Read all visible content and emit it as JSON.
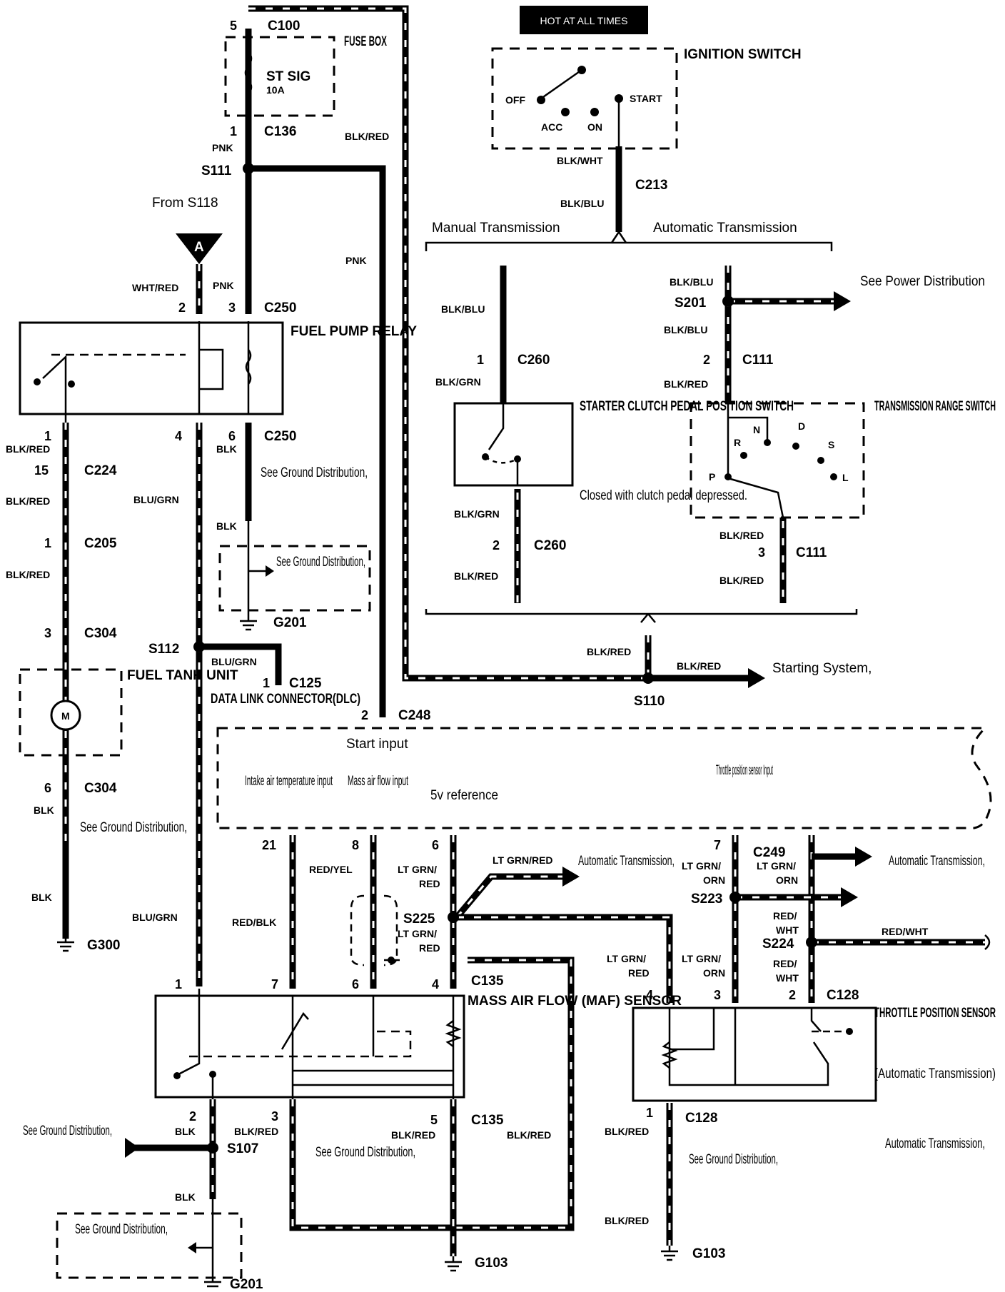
{
  "diagram": {
    "hot_label": "HOT AT ALL TIMES",
    "components": {
      "fuse_box": "FUSE BOX",
      "fuse": "ST SIG",
      "fuse_rating": "10A",
      "ignition_switch": "IGNITION SWITCH",
      "fuel_pump_relay": "FUEL PUMP RELAY",
      "fuel_tank_unit": "FUEL TANK UNIT",
      "dlc": "DATA LINK CONNECTOR(DLC)",
      "starter_switch": "STARTER CLUTCH PEDAL POSITION SWITCH",
      "starter_switch_note": "Closed with clutch pedal depressed.",
      "trans_range_switch": "TRANSMISSION RANGE SWITCH",
      "maf_sensor": "MASS AIR FLOW (MAF) SENSOR",
      "tps_sensor": "THROTTLE POSITION SENSOR",
      "tps_note": "(Automatic Transmission)"
    },
    "ignition_positions": [
      "OFF",
      "ACC",
      "ON",
      "START"
    ],
    "range_positions": [
      "R",
      "N",
      "D",
      "S",
      "P",
      "L"
    ],
    "motor_symbol": "M",
    "connector_a": "A",
    "headings": {
      "manual": "Manual Transmission",
      "automatic": "Automatic Transmission"
    },
    "notes": {
      "from_s118": "From S118",
      "see_power": "See Power Distribution",
      "ground_dist": "See Ground Distribution,",
      "starting_system": "Starting System,",
      "auto_trans": "Automatic Transmission,",
      "auto_trans_nocomma": "Automatic Transmission"
    },
    "ecm_inputs": {
      "start": "Start input",
      "iat": "Intake air temperature input",
      "maf": "Mass air flow input",
      "ref": "5v reference",
      "tps": "Throttle position sensor Input"
    },
    "connectors": [
      "C100",
      "C136",
      "C250",
      "C224",
      "C205",
      "C304",
      "C125",
      "C248",
      "C213",
      "C260",
      "C111",
      "C249",
      "C135",
      "C128"
    ],
    "splices": [
      "S111",
      "S112",
      "S201",
      "S110",
      "S225",
      "S223",
      "S224",
      "S107"
    ],
    "grounds": [
      "G201",
      "G300",
      "G103"
    ],
    "wire_colors": {
      "blk_red": "BLK/RED",
      "pnk": "PNK",
      "wht_red": "WHT/RED",
      "blk": "BLK",
      "blu_grn": "BLU/GRN",
      "blk_wht": "BLK/WHT",
      "blk_blu": "BLK/BLU",
      "blk_grn": "BLK/GRN",
      "red_yel": "RED/YEL",
      "red_blk": "RED/BLK",
      "lt_grn_red": "LT GRN/RED",
      "lt_grn_orn": "LT GRN/ORN",
      "red_wht": "RED/WHT",
      "lt_grn_red_split": [
        "LT GRN/",
        "RED"
      ],
      "lt_grn_orn_split": [
        "LT GRN/",
        "ORN"
      ],
      "red_wht_split": [
        "RED/",
        "WHT"
      ]
    },
    "pins": [
      "1",
      "2",
      "3",
      "4",
      "5",
      "6",
      "7",
      "8",
      "15",
      "21"
    ]
  }
}
